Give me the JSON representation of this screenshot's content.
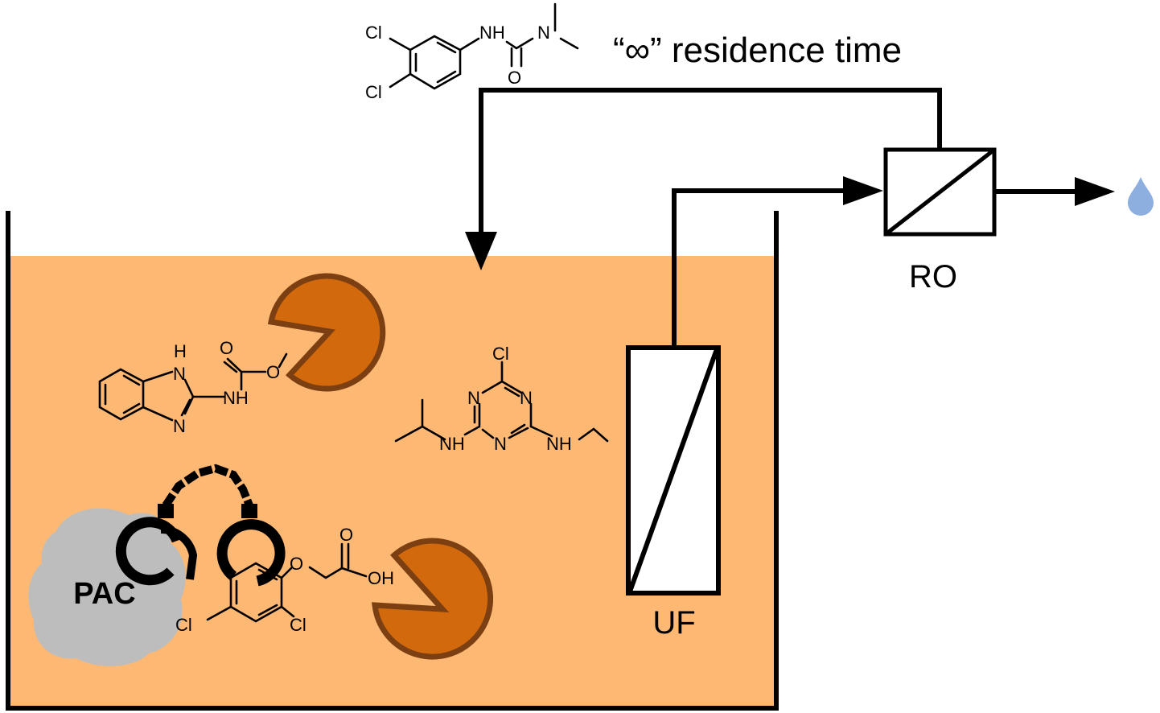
{
  "labels": {
    "residence_time": "“∞” residence time",
    "ro": "RO",
    "uf": "UF",
    "pac": "PAC"
  },
  "molecules": {
    "diuron": {
      "cl1": "Cl",
      "cl2": "Cl",
      "nh": "NH",
      "n": "N",
      "o": "O"
    },
    "carbendazim": {
      "h": "H",
      "n1": "N",
      "n2": "N",
      "nh": "NH",
      "o1": "O",
      "o2": "O"
    },
    "atrazine": {
      "cl": "Cl",
      "n1": "N",
      "n2": "N",
      "n3": "N",
      "nh1": "NH",
      "nh2": "NH"
    },
    "d24": {
      "o1": "O",
      "o2": "O",
      "oh": "OH",
      "cl1": "Cl",
      "cl2": "Cl"
    }
  },
  "colors": {
    "tank_liquid": "#FDB874",
    "pacman_fill": "#D2690C",
    "pacman_outline": "#7B3F12",
    "pac_particle": "#BDBDBD",
    "water_drop": "#8DAFDF",
    "lines": "#000000"
  },
  "icons": {
    "degrader": "pacman-icon",
    "binding": "handcuffs-icon",
    "product": "water-drop-icon"
  }
}
